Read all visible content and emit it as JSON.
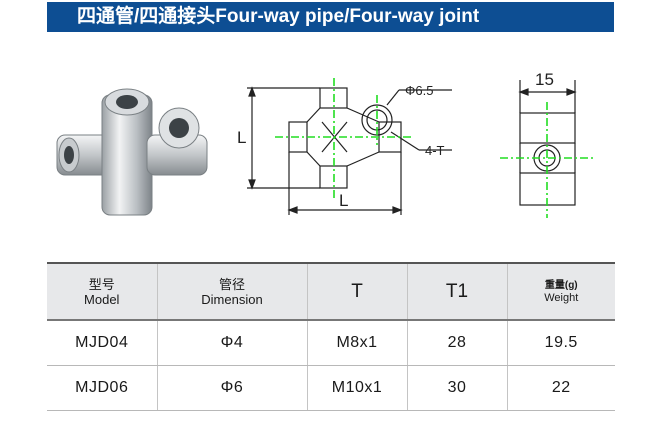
{
  "header": {
    "title": "四通管/四通接头Four-way pipe/Four-way joint"
  },
  "drawing": {
    "dim_hole": "Φ6.5",
    "dim_thread": "4-T",
    "dim_side_height": "L",
    "dim_bottom_length": "L",
    "dim_width": "15"
  },
  "table": {
    "headers": [
      {
        "cn": "型号",
        "en": "Model"
      },
      {
        "cn": "管径",
        "en": "Dimension"
      },
      {
        "cn": "",
        "en": "T"
      },
      {
        "cn": "",
        "en": "T1"
      },
      {
        "cn": "重量(g)",
        "en": "Weight"
      }
    ],
    "rows": [
      {
        "model": "MJD04",
        "dimension": "Φ4",
        "t": "M8x1",
        "t1": "28",
        "weight": "19.5"
      },
      {
        "model": "MJD06",
        "dimension": "Φ6",
        "t": "M10x1",
        "t1": "30",
        "weight": "22"
      }
    ]
  },
  "colors": {
    "title_bar": "#0d4e93",
    "centerline": "#22dd22"
  }
}
